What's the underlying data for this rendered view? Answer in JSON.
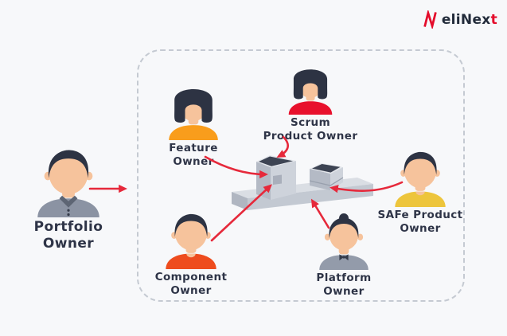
{
  "logo": {
    "main": "eliNex",
    "accent": "t"
  },
  "icons": {
    "brand_mark": "elinext-n-mark",
    "product_illustration": "open-boxes-on-platform"
  },
  "figures": {
    "portfolio": {
      "line1": "Portfolio",
      "line2": "Owner"
    },
    "feature": {
      "line1": "Feature",
      "line2": "Owner"
    },
    "scrum": {
      "line1": "Scrum",
      "line2": "Product Owner"
    },
    "component": {
      "line1": "Component",
      "line2": "Owner"
    },
    "platform": {
      "line1": "Platform",
      "line2": "Owner"
    },
    "safe": {
      "line1": "SAFe Product",
      "line2": "Owner"
    }
  },
  "colors": {
    "accent_red": "#e6293b",
    "logo_red": "#e40c2b",
    "text_dark": "#2e3447",
    "skin": "#f6c39c",
    "hair": "#2d3343",
    "background": "#f7f8fa",
    "dashed_border": "#c5cad2",
    "shirt_portfolio": "#8b93a3",
    "shirt_feature": "#f99d1c",
    "shirt_scrum": "#e8112d",
    "shirt_component": "#ee4c1e",
    "shirt_platform": "#939baa",
    "shirt_safe": "#edc53c",
    "slab_top": "#dadee4",
    "slab_front": "#c3c9d2",
    "slab_side": "#b0b6c1",
    "box_face_light": "#ced3db",
    "box_face_dark": "#b4bac5",
    "box_interior": "#3d4453",
    "box_rim": "#e2e5ea",
    "box_detail": "#a9afbb"
  }
}
